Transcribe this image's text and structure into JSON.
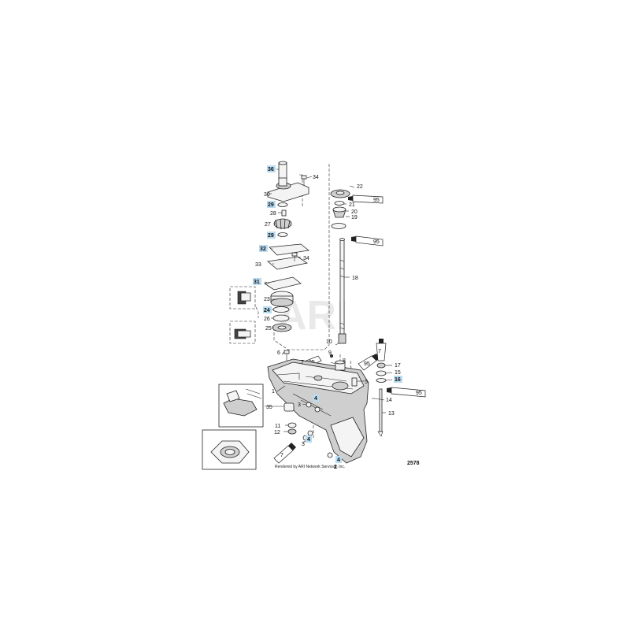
{
  "watermark": "ARI",
  "figure_number": "2578",
  "render_credit": "Rendered by ARI Network Services, Inc.",
  "callouts": [
    {
      "id": "c36",
      "text": "36",
      "highlighted": true
    },
    {
      "id": "c34a",
      "text": "34",
      "highlighted": false
    },
    {
      "id": "c30",
      "text": "30",
      "highlighted": false
    },
    {
      "id": "c29a",
      "text": "29",
      "highlighted": true
    },
    {
      "id": "c28",
      "text": "28",
      "highlighted": false
    },
    {
      "id": "c27",
      "text": "27",
      "highlighted": false
    },
    {
      "id": "c29b",
      "text": "29",
      "highlighted": true
    },
    {
      "id": "c32",
      "text": "32",
      "highlighted": true
    },
    {
      "id": "c33",
      "text": "33",
      "highlighted": false
    },
    {
      "id": "c34b",
      "text": "34",
      "highlighted": false
    },
    {
      "id": "c31",
      "text": "31",
      "highlighted": true
    },
    {
      "id": "c23",
      "text": "23",
      "highlighted": false
    },
    {
      "id": "c24",
      "text": "24",
      "highlighted": true
    },
    {
      "id": "c26",
      "text": "26",
      "highlighted": false
    },
    {
      "id": "c25",
      "text": "25",
      "highlighted": false
    },
    {
      "id": "c22",
      "text": "22",
      "highlighted": false
    },
    {
      "id": "c21",
      "text": "21",
      "highlighted": false
    },
    {
      "id": "c20",
      "text": "20",
      "highlighted": false
    },
    {
      "id": "c19",
      "text": "19",
      "highlighted": false
    },
    {
      "id": "c18",
      "text": "18",
      "highlighted": false
    },
    {
      "id": "c10",
      "text": "10",
      "highlighted": false
    },
    {
      "id": "c9",
      "text": "9",
      "highlighted": false
    },
    {
      "id": "c8",
      "text": "8",
      "highlighted": false
    },
    {
      "id": "c6",
      "text": "6",
      "highlighted": false
    },
    {
      "id": "c7",
      "text": "7",
      "highlighted": false
    },
    {
      "id": "c17",
      "text": "17",
      "highlighted": false
    },
    {
      "id": "c15",
      "text": "15",
      "highlighted": false
    },
    {
      "id": "c16",
      "text": "16",
      "highlighted": true
    },
    {
      "id": "c5",
      "text": "5",
      "highlighted": false
    },
    {
      "id": "c1",
      "text": "1",
      "highlighted": false
    },
    {
      "id": "c14",
      "text": "14",
      "highlighted": false
    },
    {
      "id": "c13",
      "text": "13",
      "highlighted": false
    },
    {
      "id": "c35",
      "text": "35",
      "highlighted": false
    },
    {
      "id": "c4a",
      "text": "4",
      "highlighted": true
    },
    {
      "id": "c3a",
      "text": "3",
      "highlighted": false
    },
    {
      "id": "c11",
      "text": "11",
      "highlighted": false
    },
    {
      "id": "c12",
      "text": "12",
      "highlighted": false
    },
    {
      "id": "c4b",
      "text": "4",
      "highlighted": true
    },
    {
      "id": "c3b",
      "text": "3",
      "highlighted": false
    },
    {
      "id": "c4c",
      "text": "4",
      "highlighted": true
    },
    {
      "id": "c2",
      "text": "2",
      "highlighted": false
    }
  ],
  "tube_tags": [
    {
      "id": "t1",
      "text": "95"
    },
    {
      "id": "t2",
      "text": "95"
    },
    {
      "id": "t3",
      "text": "95"
    },
    {
      "id": "t4",
      "text": "95"
    },
    {
      "id": "t5",
      "text": "95"
    },
    {
      "id": "t6",
      "text": "7"
    },
    {
      "id": "t7",
      "text": "7"
    }
  ],
  "colors": {
    "highlight": "#b9dcf0",
    "ink": "#222222",
    "watermark": "#e9e9e9"
  }
}
